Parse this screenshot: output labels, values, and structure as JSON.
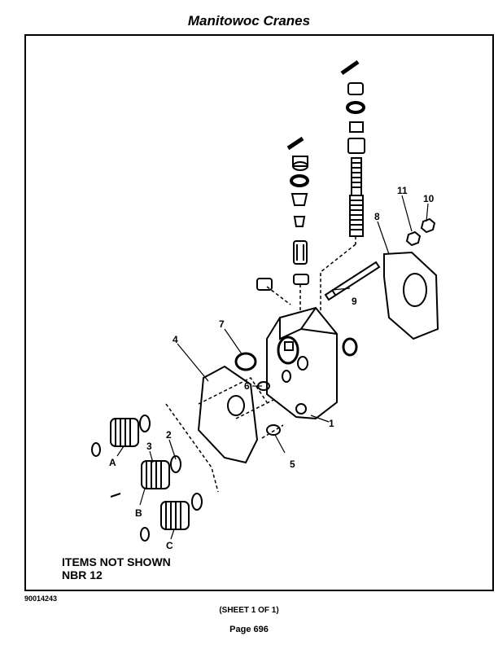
{
  "header": {
    "title": "Manitowoc Cranes"
  },
  "diagram": {
    "callouts": [
      "1",
      "2",
      "3",
      "4",
      "5",
      "6",
      "7",
      "8",
      "9",
      "10",
      "11",
      "A",
      "B",
      "C"
    ],
    "notes": [
      "ITEMS NOT SHOWN",
      "NBR 12"
    ]
  },
  "footer": {
    "figure_number": "90014243",
    "sheet": "(SHEET 1 OF 1)",
    "page": "Page 696"
  }
}
